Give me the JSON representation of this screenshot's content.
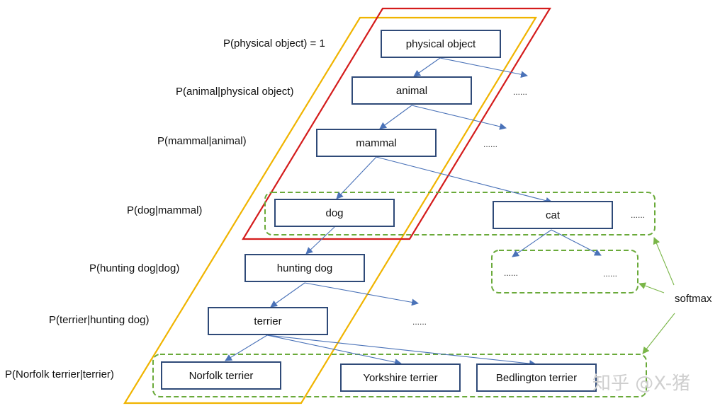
{
  "nodes": {
    "physical_object": "physical object",
    "animal": "animal",
    "mammal": "mammal",
    "dog": "dog",
    "cat": "cat",
    "hunting_dog": "hunting dog",
    "terrier": "terrier",
    "norfolk_terrier": "Norfolk terrier",
    "yorkshire_terrier": "Yorkshire terrier",
    "bedlington_terrier": "Bedlington terrier"
  },
  "probabilities": {
    "physical_object": "P(physical object) = 1",
    "animal": "P(animal|physical object)",
    "mammal": "P(mammal|animal)",
    "dog": "P(dog|mammal)",
    "hunting_dog": "P(hunting dog|dog)",
    "terrier": "P(terrier|hunting dog)",
    "norfolk_terrier": "P(Norfolk terrier|terrier)"
  },
  "ellipsis": "......",
  "softmax_label": "softmax",
  "watermark": "知乎 @X-猪",
  "colors": {
    "node_border": "#2f4a78",
    "edge": "#4a72b8",
    "softmax_group": "#6aaa3a",
    "yellow_region": "#f0b400",
    "red_region": "#d41c1c"
  }
}
